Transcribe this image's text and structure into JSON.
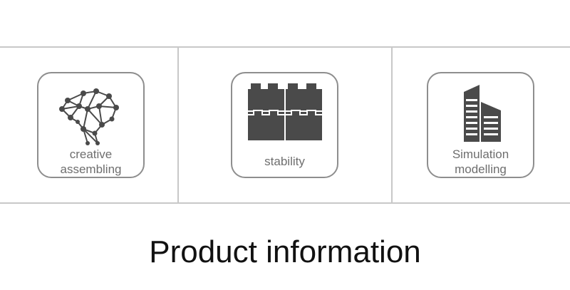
{
  "features": [
    {
      "icon": "brain-network-icon",
      "label_lines": [
        "creative",
        "assembling"
      ]
    },
    {
      "icon": "building-blocks-icon",
      "label_lines": [
        "stability"
      ]
    },
    {
      "icon": "skyscraper-icon",
      "label_lines": [
        "Simulation",
        "modelling"
      ]
    }
  ],
  "title": "Product information",
  "colors": {
    "icon": "#4a4a4a",
    "card_border": "#8e8e8e",
    "label": "#6e6e6e",
    "divider": "#c8c8c8",
    "title": "#111111"
  }
}
